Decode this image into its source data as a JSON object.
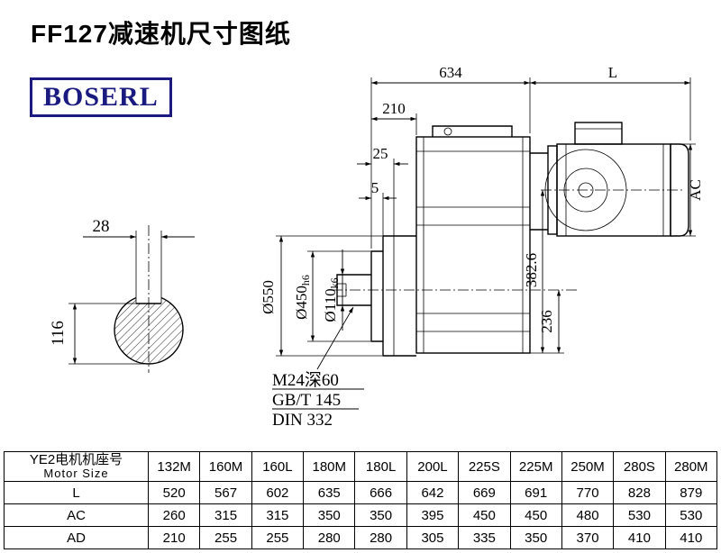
{
  "page": {
    "title": "FF127减速机尺寸图纸",
    "brand": "BOSERL"
  },
  "colors": {
    "brand_blue": "#1a1a80",
    "line": "#000000"
  },
  "drawing": {
    "dim_634": "634",
    "dim_L": "L",
    "dim_210": "210",
    "dim_25": "25",
    "dim_5": "5",
    "dim_AC": "AC",
    "dim_550": "Ø550",
    "dim_450": "Ø450",
    "dim_450_tol": "h6",
    "dim_110": "Ø110",
    "dim_110_tol": "k6",
    "dim_382": "382.6",
    "dim_236": "236",
    "dim_28": "28",
    "dim_116": "116",
    "note_m24": "M24深60",
    "note_gbt": "GB/T 145",
    "note_din": "DIN 332"
  },
  "table": {
    "header_cn": "YE2电机机座号",
    "header_en": "Motor Size",
    "columns": [
      "132M",
      "160M",
      "160L",
      "180M",
      "180L",
      "200L",
      "225S",
      "225M",
      "250M",
      "280S",
      "280M"
    ],
    "rows": [
      {
        "label": "L",
        "values": [
          "520",
          "567",
          "602",
          "635",
          "666",
          "642",
          "669",
          "691",
          "770",
          "828",
          "879"
        ]
      },
      {
        "label": "AC",
        "values": [
          "260",
          "315",
          "315",
          "350",
          "350",
          "395",
          "450",
          "450",
          "480",
          "530",
          "530"
        ]
      },
      {
        "label": "AD",
        "values": [
          "210",
          "255",
          "255",
          "280",
          "280",
          "305",
          "335",
          "350",
          "370",
          "410",
          "410"
        ]
      }
    ]
  }
}
